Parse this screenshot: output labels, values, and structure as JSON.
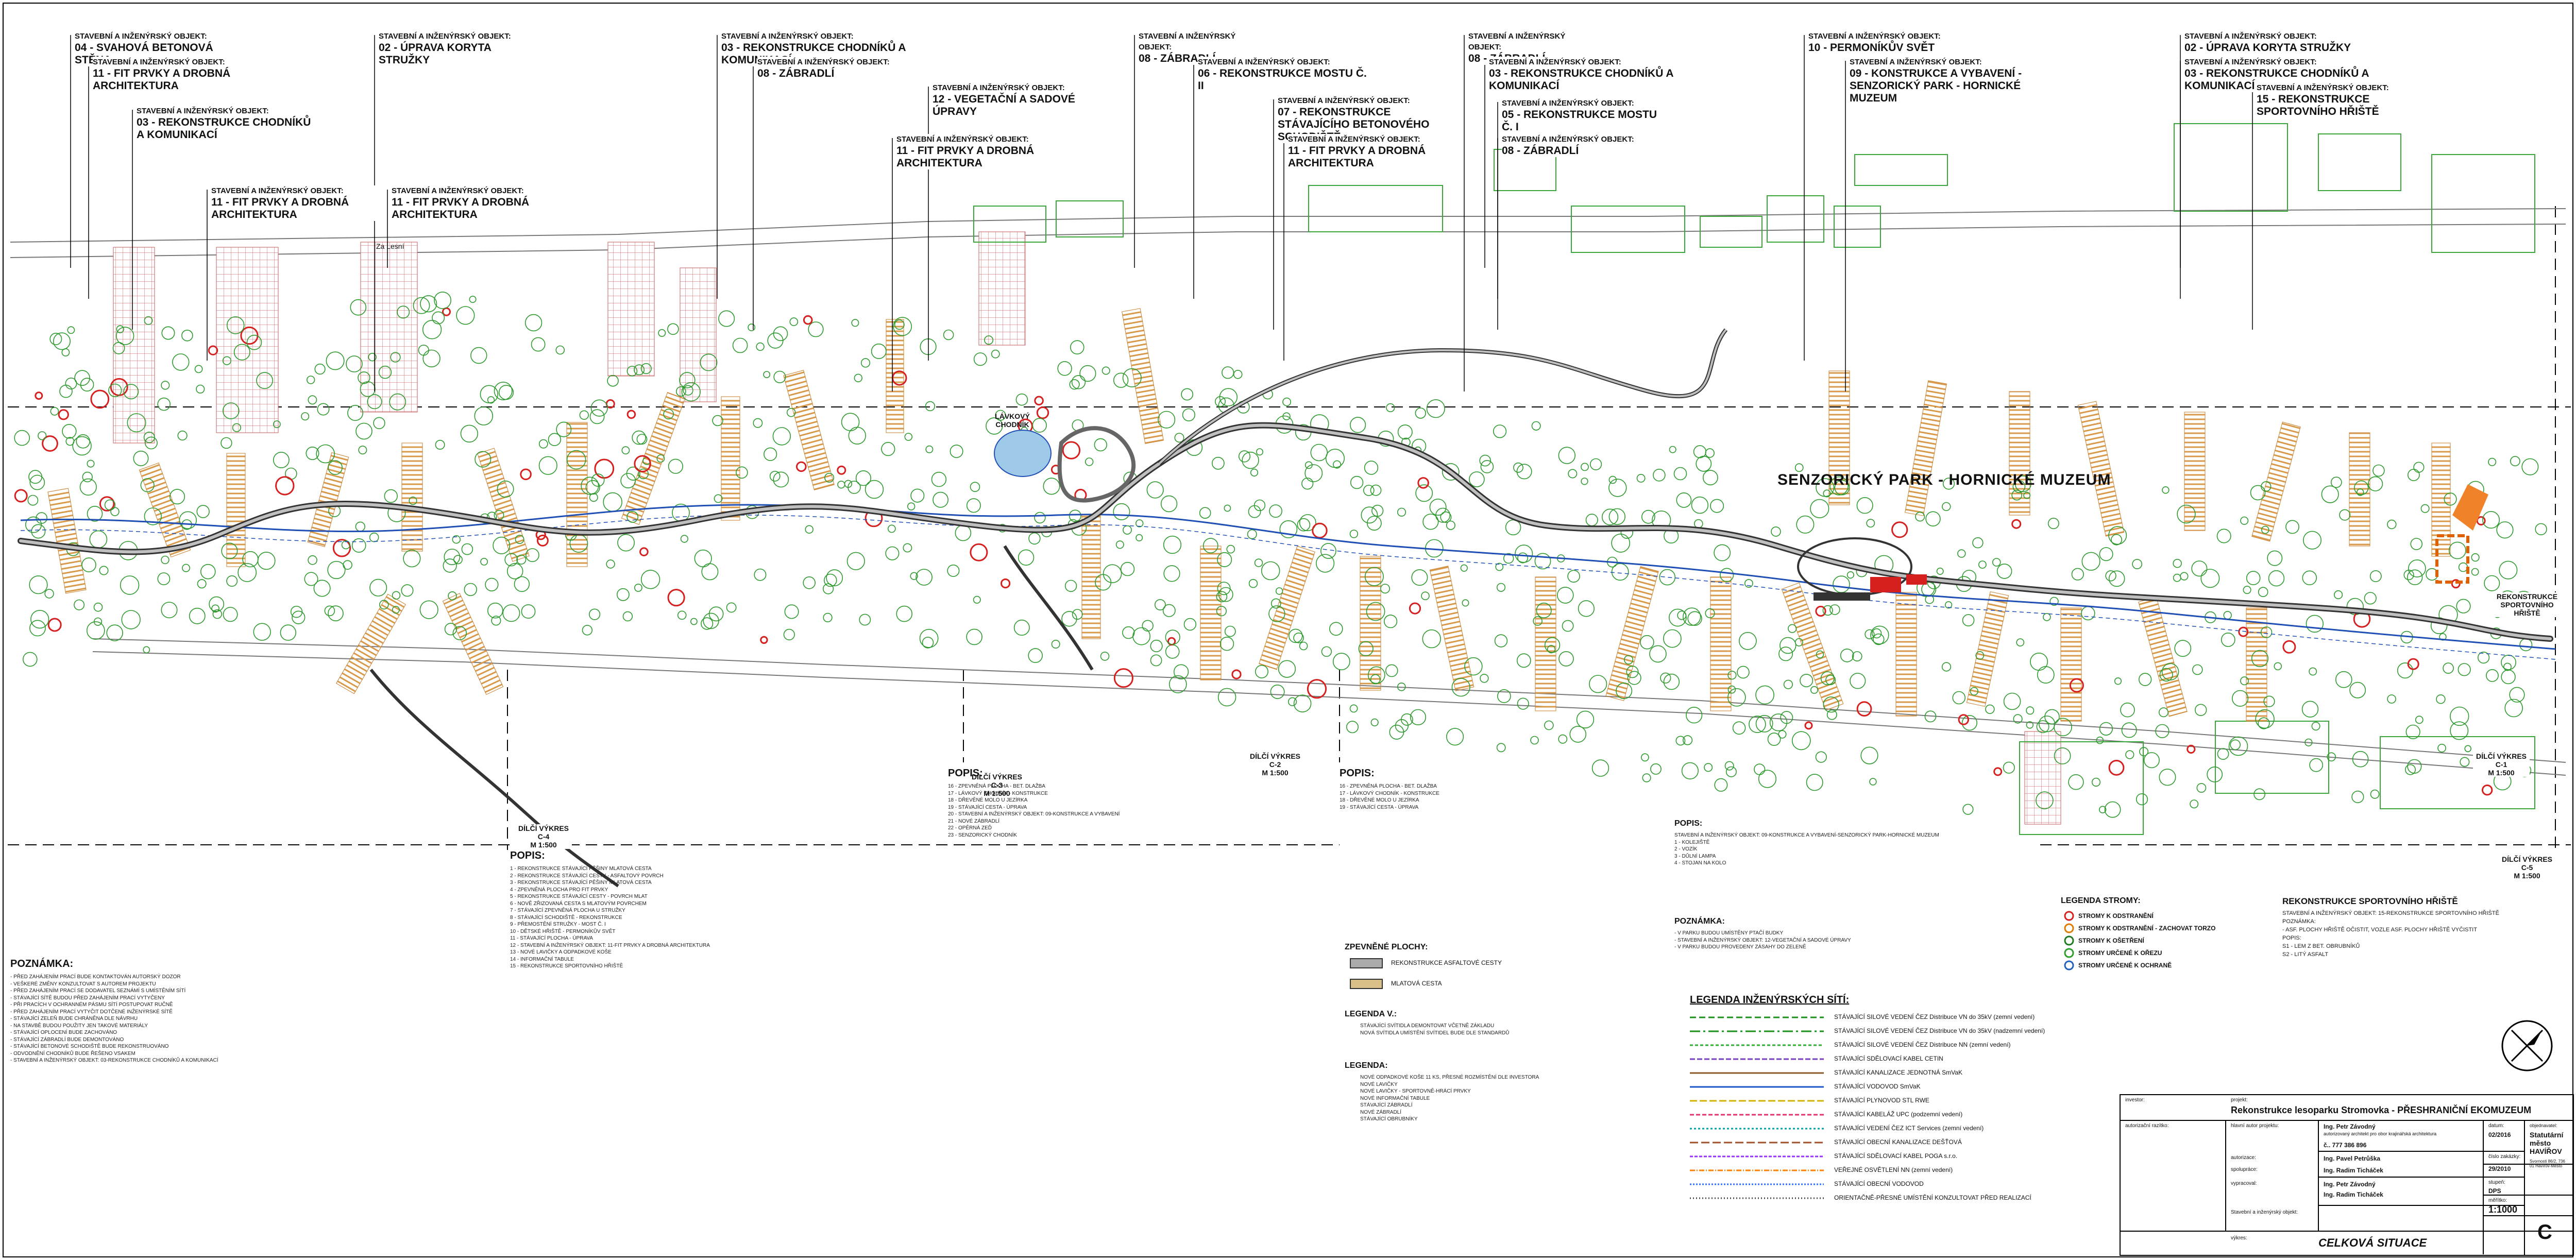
{
  "callouts": [
    {
      "key": "STAVEBNÍ A INŽENÝRSKÝ OBJEKT:",
      "value": "04 - SVAHOVÁ BETONOVÁ STĚNA"
    },
    {
      "key": "STAVEBNÍ A INŽENÝRSKÝ OBJEKT:",
      "value": "11 - FIT PRVKY A DROBNÁ ARCHITEKTURA"
    },
    {
      "key": "STAVEBNÍ A INŽENÝRSKÝ OBJEKT:",
      "value": "03 - REKONSTRUKCE CHODNÍKŮ A KOMUNIKACÍ"
    },
    {
      "key": "STAVEBNÍ A INŽENÝRSKÝ OBJEKT:",
      "value": "11 - FIT PRVKY A DROBNÁ ARCHITEKTURA"
    },
    {
      "key": "STAVEBNÍ A INŽENÝRSKÝ OBJEKT:",
      "value": "02 - ÚPRAVA KORYTA STRUŽKY"
    },
    {
      "key": "STAVEBNÍ A INŽENÝRSKÝ OBJEKT:",
      "value": "11 - FIT PRVKY A DROBNÁ ARCHITEKTURA"
    },
    {
      "key": "STAVEBNÍ A INŽENÝRSKÝ OBJEKT:",
      "value": "03 - REKONSTRUKCE CHODNÍKŮ A KOMUNIKACÍ"
    },
    {
      "key": "STAVEBNÍ A INŽENÝRSKÝ OBJEKT:",
      "value": "08 - ZÁBRADLÍ"
    },
    {
      "key": "STAVEBNÍ A INŽENÝRSKÝ OBJEKT:",
      "value": "12 - VEGETAČNÍ A SADOVÉ ÚPRAVY"
    },
    {
      "key": "STAVEBNÍ A INŽENÝRSKÝ OBJEKT:",
      "value": "11 - FIT PRVKY A DROBNÁ ARCHITEKTURA"
    },
    {
      "key": "STAVEBNÍ A INŽENÝRSKÝ OBJEKT:",
      "value": "08 - ZÁBRADLÍ"
    },
    {
      "key": "STAVEBNÍ A INŽENÝRSKÝ OBJEKT:",
      "value": "06 - REKONSTRUKCE MOSTU Č. II"
    },
    {
      "key": "STAVEBNÍ A INŽENÝRSKÝ OBJEKT:",
      "value": "07 - REKONSTRUKCE STÁVAJÍCÍHO BETONOVÉHO SCHODIŠTĚ"
    },
    {
      "key": "STAVEBNÍ A INŽENÝRSKÝ OBJEKT:",
      "value": "11 - FIT PRVKY A DROBNÁ ARCHITEKTURA"
    },
    {
      "key": "STAVEBNÍ A INŽENÝRSKÝ OBJEKT:",
      "value": "08 - ZÁBRADLÍ"
    },
    {
      "key": "STAVEBNÍ A INŽENÝRSKÝ OBJEKT:",
      "value": "03 - REKONSTRUKCE CHODNÍKŮ A KOMUNIKACÍ"
    },
    {
      "key": "STAVEBNÍ A INŽENÝRSKÝ OBJEKT:",
      "value": "05 - REKONSTRUKCE MOSTU Č. I"
    },
    {
      "key": "STAVEBNÍ A INŽENÝRSKÝ OBJEKT:",
      "value": "08 - ZÁBRADLÍ"
    },
    {
      "key": "STAVEBNÍ A INŽENÝRSKÝ OBJEKT:",
      "value": "10 - PERMONÍKŮV SVĚT"
    },
    {
      "key": "STAVEBNÍ A INŽENÝRSKÝ OBJEKT:",
      "value": "09 - KONSTRUKCE A VYBAVENÍ - SENZORICKÝ PARK - HORNICKÉ MUZEUM"
    },
    {
      "key": "STAVEBNÍ A INŽENÝRSKÝ OBJEKT:",
      "value": "02 - ÚPRAVA KORYTA STRUŽKY"
    },
    {
      "key": "STAVEBNÍ A INŽENÝRSKÝ OBJEKT:",
      "value": "03 - REKONSTRUKCE CHODNÍKŮ A KOMUNIKACÍ"
    },
    {
      "key": "STAVEBNÍ A INŽENÝRSKÝ OBJEKT:",
      "value": "15 - REKONSTRUKCE SPORTOVNÍHO HŘIŠTĚ"
    }
  ],
  "plan": {
    "park_label": "SENZORICKÝ PARK - HORNICKÉ MUZEUM",
    "pond_label": "LÁVKOVÝ CHODNÍK",
    "sport_label": "REKONSTRUKCE SPORTOVNÍHO HŘIŠTĚ",
    "street_label": "Za Lesní",
    "sections": [
      {
        "name": "DÍLČÍ VÝKRES C-4",
        "scale": "M 1:500"
      },
      {
        "name": "DÍLČÍ VÝKRES C-3",
        "scale": "M 1:500"
      },
      {
        "name": "DÍLČÍ VÝKRES C-2",
        "scale": "M 1:500"
      },
      {
        "name": "DÍLČÍ VÝKRES C-1",
        "scale": "M 1:500"
      },
      {
        "name": "DÍLČÍ VÝKRES C-5",
        "scale": "M 1:500"
      }
    ]
  },
  "notes": {
    "poznamka_title": "POZNÁMKA:",
    "poznamka_lines": [
      "- PŘED ZAHÁJENÍM PRACÍ BUDE KONTAKTOVÁN AUTORSKÝ DOZOR",
      "- VEŠKERÉ ZMĚNY KONZULTOVAT S AUTOREM PROJEKTU",
      "- PŘED ZAHÁJENÍM PRACÍ SE DODAVATEL SEZNÁMÍ S UMÍSTĚNÍM SÍTÍ",
      "- STÁVAJÍCÍ SÍTĚ BUDOU PŘED ZAHÁJENÍM PRACÍ VYTYČENY",
      "- PŘI PRACÍCH V OCHRANNÉM PÁSMU SÍTÍ POSTUPOVAT RUČNĚ",
      "- PŘED ZAHÁJENÍM PRACÍ VYTYČIT DOTČENÉ INŽENÝRSKÉ SÍTĚ",
      "- STÁVAJÍCÍ ZELEŇ BUDE CHRÁNĚNA DLE NÁVRHU",
      "- NA STAVBĚ BUDOU POUŽITY JEN TAKOVÉ MATERIÁLY",
      "- STÁVAJÍCÍ OPLOCENÍ BUDE ZACHOVÁNO",
      "- STÁVAJÍCÍ ZÁBRADLÍ BUDE DEMONTOVÁNO",
      "- STÁVAJÍCÍ BETONOVÉ SCHODIŠTĚ BUDE REKONSTRUOVÁNO",
      "- ODVODNĚNÍ CHODNÍKŮ BUDE ŘEŠENO VSAKEM",
      "- STAVEBNÍ A INŽENÝRSKÝ OBJEKT: 03-REKONSTRUKCE CHODNÍKŮ A KOMUNIKACÍ"
    ],
    "popis_title": "POPIS:",
    "popis_lines": [
      "1 - REKONSTRUKCE STÁVAJÍCÍ PĚŠINY MLATOVÁ CESTA",
      "2 - REKONSTRUKCE STÁVAJÍCÍ CESTY - ASFALTOVÝ POVRCH",
      "3 - REKONSTRUKCE STÁVAJÍCÍ PĚŠINY MLATOVÁ CESTA",
      "4 - ZPEVNĚNÁ PLOCHA PRO FIT PRVKY",
      "5 - REKONSTRUKCE STÁVAJÍCÍ CESTY - POVRCH MLAT",
      "6 - NOVĚ ZŘIZOVANÁ CESTA S MLATOVÝM POVRCHEM",
      "7 - STÁVAJÍCÍ ZPEVNĚNÁ PLOCHA U STRUŽKY",
      "8 - STÁVAJÍCÍ SCHODIŠTĚ - REKONSTRUKCE",
      "9 - PŘEMOSTĚNÍ STRUŽKY - MOST Č. I",
      "10 - DĚTSKÉ HŘIŠTĚ - PERMONÍKŮV SVĚT",
      "11 - STÁVAJÍCÍ PLOCHA - ÚPRAVA",
      "12 - STAVEBNÍ A INŽENÝRSKÝ OBJEKT: 11-FIT PRVKY A DROBNÁ ARCHITEKTURA",
      "13 - NOVÉ LAVIČKY A ODPADKOVÉ KOŠE",
      "14 - INFORMAČNÍ TABULE",
      "15 - REKONSTRUKCE SPORTOVNÍHO HŘIŠTĚ"
    ],
    "popis2_title": "POPIS:",
    "popis2_lines": [
      "16 - ZPEVNĚNÁ PLOCHA - BET. DLAŽBA",
      "17 - LÁVKOVÝ CHODNÍK - KONSTRUKCE",
      "18 - DŘEVĚNÉ MOLO U JEZÍRKA",
      "19 - STÁVAJÍCÍ CESTA - ÚPRAVA",
      "20 - STAVEBNÍ A INŽENÝRSKÝ OBJEKT: 09-KONSTRUKCE A VYBAVENÍ",
      "21 - NOVÉ ZÁBRADLÍ",
      "22 - OPĚRNÁ ZEĎ",
      "23 - SENZORICKÝ CHODNÍK"
    ],
    "zpevnene_title": "ZPEVNĚNÉ PLOCHY:",
    "zpevnene": [
      {
        "label": "REKONSTRUKCE ASFALTOVÉ CESTY",
        "color": "#aaaaaa"
      },
      {
        "label": "MLATOVÁ CESTA",
        "color": "#d9c08a"
      }
    ],
    "legenda_v_title": "LEGENDA V.:",
    "legenda_v": [
      "STÁVAJÍCÍ SVÍTIDLA DEMONTOVAT VČETNĚ ZÁKLADU",
      "NOVÁ SVÍTIDLA UMÍSTĚNÍ SVÍTIDEL BUDE DLE STANDARDŮ"
    ],
    "legenda_title": "LEGENDA:",
    "legenda": [
      "NOVÉ ODPADKOVÉ KOŠE 11 KS, PŘESNÉ ROZMÍSTĚNÍ DLE INVESTORA",
      "NOVÉ LAVIČKY",
      "NOVÉ LAVIČKY - SPORTOVNĚ-HRÁCÍ PRVKY",
      "NOVÉ INFORMAČNÍ TABULE",
      "STÁVAJÍCÍ ZÁBRADLÍ",
      "NOVÉ ZÁBRADLÍ",
      "STÁVAJÍCÍ OBRUBNÍKY"
    ],
    "popis3_title": "POPIS:",
    "popis3_lines": [
      "STAVEBNÍ A INŽENÝRSKÝ OBJEKT: 09-KONSTRUKCE A VYBAVENÍ-SENZORICKÝ PARK-HORNICKÉ MUZEUM",
      "1 - KOLEJIŠTĚ",
      "2 - VOZÍK",
      "3 - DŮLNÍ LAMPA",
      "4 - STOJAN NA KOLO"
    ],
    "poznamka2_title": "POZNÁMKA:",
    "poznamka2_lines": [
      "- V PARKU BUDOU UMÍSTĚNY PTAČÍ BUDKY",
      "- STAVEBNÍ A INŽENÝRSKÝ OBJEKT: 12-VEGETAČNÍ A SADOVÉ ÚPRAVY",
      "- V PARKU BUDOU PROVEDENY ZÁSAHY DO ZELENĚ"
    ]
  },
  "legend_trees": {
    "title": "LEGENDA STROMY:",
    "items": [
      {
        "label": "STROMY K ODSTRANĚNÍ",
        "color": "#d62020"
      },
      {
        "label": "STROMY K ODSTRANĚNÍ - ZACHOVAT TORZO",
        "color": "#e07b00"
      },
      {
        "label": "STROMY K OŠETŘENÍ",
        "color": "#1f7a1f"
      },
      {
        "label": "STROMY URČENÉ K OŘEZU",
        "color": "#2aa02a"
      },
      {
        "label": "STROMY URČENÉ K OCHRANĚ",
        "color": "#2060c0"
      }
    ]
  },
  "sport_notes": {
    "title": "REKONSTRUKCE SPORTOVNÍHO HŘIŠTĚ",
    "lines": [
      "STAVEBNÍ A INŽENÝRSKÝ OBJEKT: 15-REKONSTRUKCE SPORTOVNÍHO HŘIŠTĚ",
      "POZNÁMKA:",
      "- ASF. PLOCHY HŘIŠTĚ OČISTIT, VOZLE ASF. PLOCHY HŘIŠTĚ VYČISTIT",
      "POPIS:",
      "S1 - LEM Z BET. OBRUBNÍKŮ",
      "S2 - LITÝ ASFALT"
    ]
  },
  "legend_networks": {
    "title": "LEGENDA INŽENÝRSKÝCH SÍTÍ:",
    "items": [
      {
        "label": "STÁVAJÍCÍ SILOVÉ VEDENÍ ČEZ Distribuce  VN do 35kV (zemní vedení)",
        "color": "#1a8f1a",
        "dash": "12 6"
      },
      {
        "label": "STÁVAJÍCÍ SILOVÉ VEDENÍ ČEZ Distribuce  VN do 35kV (nadzemní vedení)",
        "color": "#1a8f1a",
        "dash": "20 6 4 6"
      },
      {
        "label": "STÁVAJÍCÍ SILOVÉ VEDENÍ ČEZ Distribuce  NN (zemní vedení)",
        "color": "#33aa33",
        "dash": "6 4"
      },
      {
        "label": "STÁVAJÍCÍ SDĚLOVACÍ KABEL CETIN",
        "color": "#7a3fbf",
        "dash": "10 4"
      },
      {
        "label": "STÁVAJÍCÍ KANALIZACE JEDNOTNÁ   SmVaK",
        "color": "#8b5a2b",
        "dash": ""
      },
      {
        "label": "STÁVAJÍCÍ VODOVOD   SmVaK",
        "color": "#1c56c9",
        "dash": ""
      },
      {
        "label": "STÁVAJÍCÍ PLYNOVOD STL   RWE",
        "color": "#d4b000",
        "dash": "14 5"
      },
      {
        "label": "STÁVAJÍCÍ KABELÁŽ UPC (podzemní vedení)",
        "color": "#e0336b",
        "dash": "8 4"
      },
      {
        "label": "STÁVAJÍCÍ VEDENÍ ČEZ ICT Services (zemní vedení)",
        "color": "#00a0a0",
        "dash": "4 4"
      },
      {
        "label": "STÁVAJÍCÍ OBECNÍ KANALIZACE DEŠŤOVÁ",
        "color": "#a0522d",
        "dash": "16 6"
      },
      {
        "label": "STÁVAJÍCÍ SDĚLOVACÍ KABEL POGA s.r.o.",
        "color": "#9b30ff",
        "dash": "6 3"
      },
      {
        "label": "VEŘEJNÉ OSVĚTLENÍ NN (zemní vedení)",
        "color": "#ff7f00",
        "dash": "10 3 2 3"
      },
      {
        "label": "STÁVAJÍCÍ OBECNÍ VODOVOD",
        "color": "#3070ff",
        "dash": "3 3"
      },
      {
        "label": "ORIENTAČNĚ-PŘESNÉ UMÍSTĚNÍ KONZULTOVAT PŘED REALIZACÍ",
        "color": "#444444",
        "dash": "2 4"
      }
    ]
  },
  "title_block": {
    "investor_label": "investor:",
    "project_label": "projekt:",
    "project": "Rekonstrukce lesoparku Stromovka - PŘESHRANIČNÍ EKOMUZEUM",
    "lead_label": "hlavní autor projektu:",
    "lead": "Ing. Petr Závodný",
    "lead_sub": "autorizovaný architekt pro obor krajinářská architektura",
    "lead_no": "č.. 777 386 896",
    "author_label": "autorizace:",
    "author": "Ing. Pavel Petrůška",
    "coworker_label": "spolupráce:",
    "coworker": "Ing. Radim Ticháček",
    "drawn_label": "vypracoval:",
    "drawn": "Ing. Petr Závodný",
    "drawn2": "Ing. Radim Ticháček",
    "date_label": "datum:",
    "date": "02/2016",
    "order_label": "číslo zakázky:",
    "order": "29/2010",
    "stage_label": "stupeň:",
    "stage": "DPS",
    "scale_label": "měřítko:",
    "scale": "1:1000",
    "client_label": "objednavatel:",
    "client": "Statutární město HAVÍŘOV",
    "client_addr": "Svornosti 86/2, 736 01 Havířov-Město",
    "drawing_label": "výkres:",
    "drawing_title": "CELKOVÁ SITUACE",
    "drawing_no": "C",
    "stamp_label": "autorizační razítko:",
    "part_label": "Stavební a inženýrský objekt:"
  },
  "colors": {
    "tree": "#2e9a2e",
    "tree_red": "#d62020",
    "path_asphalt": "#9a9a9a",
    "path_mlat": "#d9c08a",
    "stream": "#1f4fb5",
    "road_dark": "#333333",
    "hatch": "#d89a4a"
  }
}
